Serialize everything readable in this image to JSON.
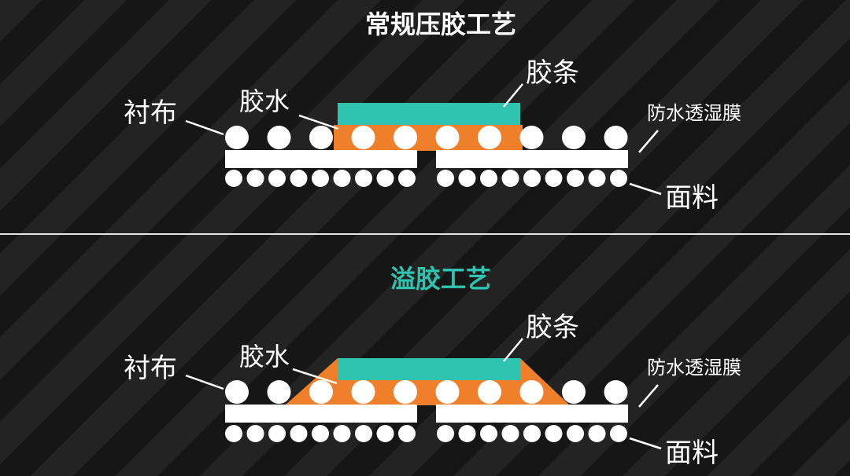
{
  "colors": {
    "glue": "#ef7f2b",
    "tape": "#2ec4b0",
    "white": "#ffffff",
    "title_regular": "#ffffff",
    "title_overflow": "#2ec4b0",
    "divider": "#e6e6e6"
  },
  "panels": [
    {
      "id": "regular",
      "title": "常规压胶工艺",
      "labels": {
        "lining": "衬布",
        "glue": "胶水",
        "tape": "胶条",
        "membrane": "防水透湿膜",
        "fabric": "面料"
      }
    },
    {
      "id": "overflow",
      "title": "溢胶工艺",
      "labels": {
        "lining": "衬布",
        "glue": "胶水",
        "tape": "胶条",
        "membrane": "防水透湿膜",
        "fabric": "面料"
      }
    }
  ]
}
